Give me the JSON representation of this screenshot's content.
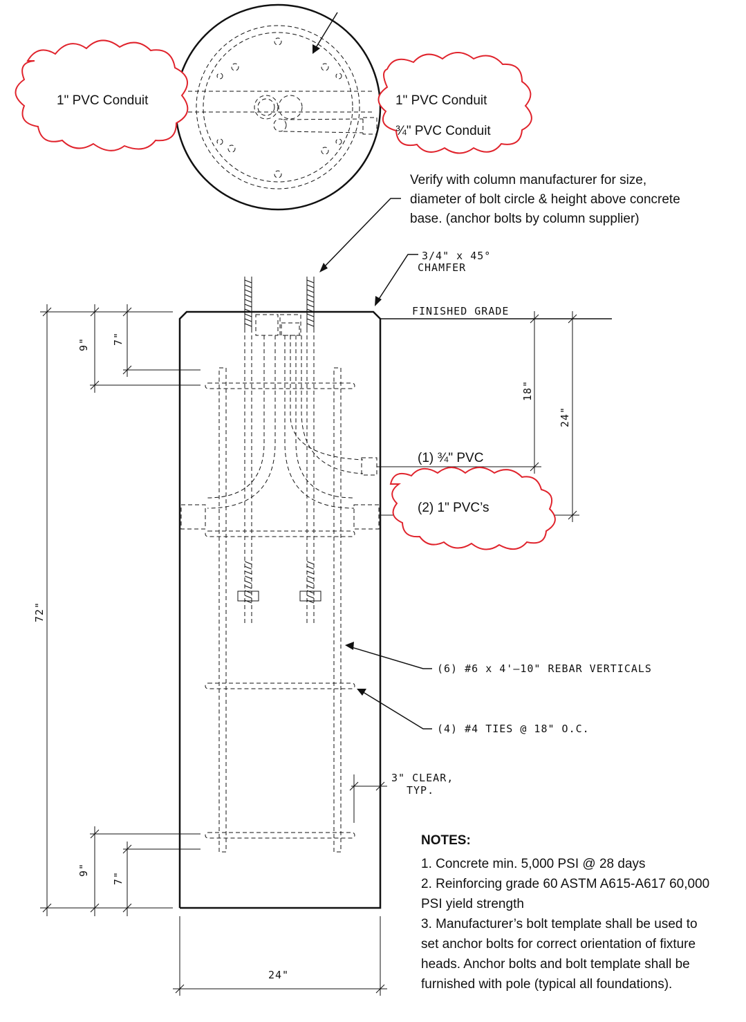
{
  "plan_view": {
    "left_conduit": "1\" PVC Conduit",
    "right_conduit": "1\" PVC Conduit",
    "small_conduit": "¾\" PVC Conduit"
  },
  "callouts": {
    "verify_line1": "Verify with column manufacturer for size,",
    "verify_line2": "diameter of bolt circle & height above concrete",
    "verify_line3": "base. (anchor bolts by column supplier)",
    "chamfer_line1": "3/4\" x 45°",
    "chamfer_line2": "CHAMFER",
    "finished_grade": "FINISHED GRADE",
    "pvc_3_4": "(1) ¾\" PVC",
    "pvc_1": "(2) 1\" PVC’s",
    "rebar_verticals": "(6) #6 x 4'–10\" REBAR VERTICALS",
    "ties": "(4) #4 TIES @ 18\" O.C.",
    "clear_line1": "3\" CLEAR,",
    "clear_line2": "TYP."
  },
  "dimensions": {
    "top_9": "9\"",
    "top_7": "7\"",
    "overall_72": "72\"",
    "bottom_9": "9\"",
    "bottom_7": "7\"",
    "right_18": "18\"",
    "right_24": "24\"",
    "width_24": "24\""
  },
  "notes": {
    "heading": "NOTES:",
    "lines": [
      "1. Concrete min. 5,000 PSI @ 28 days",
      "2. Reinforcing grade 60 ASTM A615-A617 60,000",
      "PSI yield strength",
      "3. Manufacturer’s bolt template shall be used to",
      "set anchor bolts for correct orientation of fixture",
      "heads. Anchor bolts and bolt template shall be",
      "furnished with pole (typical all foundations)."
    ]
  },
  "colors": {
    "revision_cloud": "#e0232c",
    "linework": "#111111"
  }
}
